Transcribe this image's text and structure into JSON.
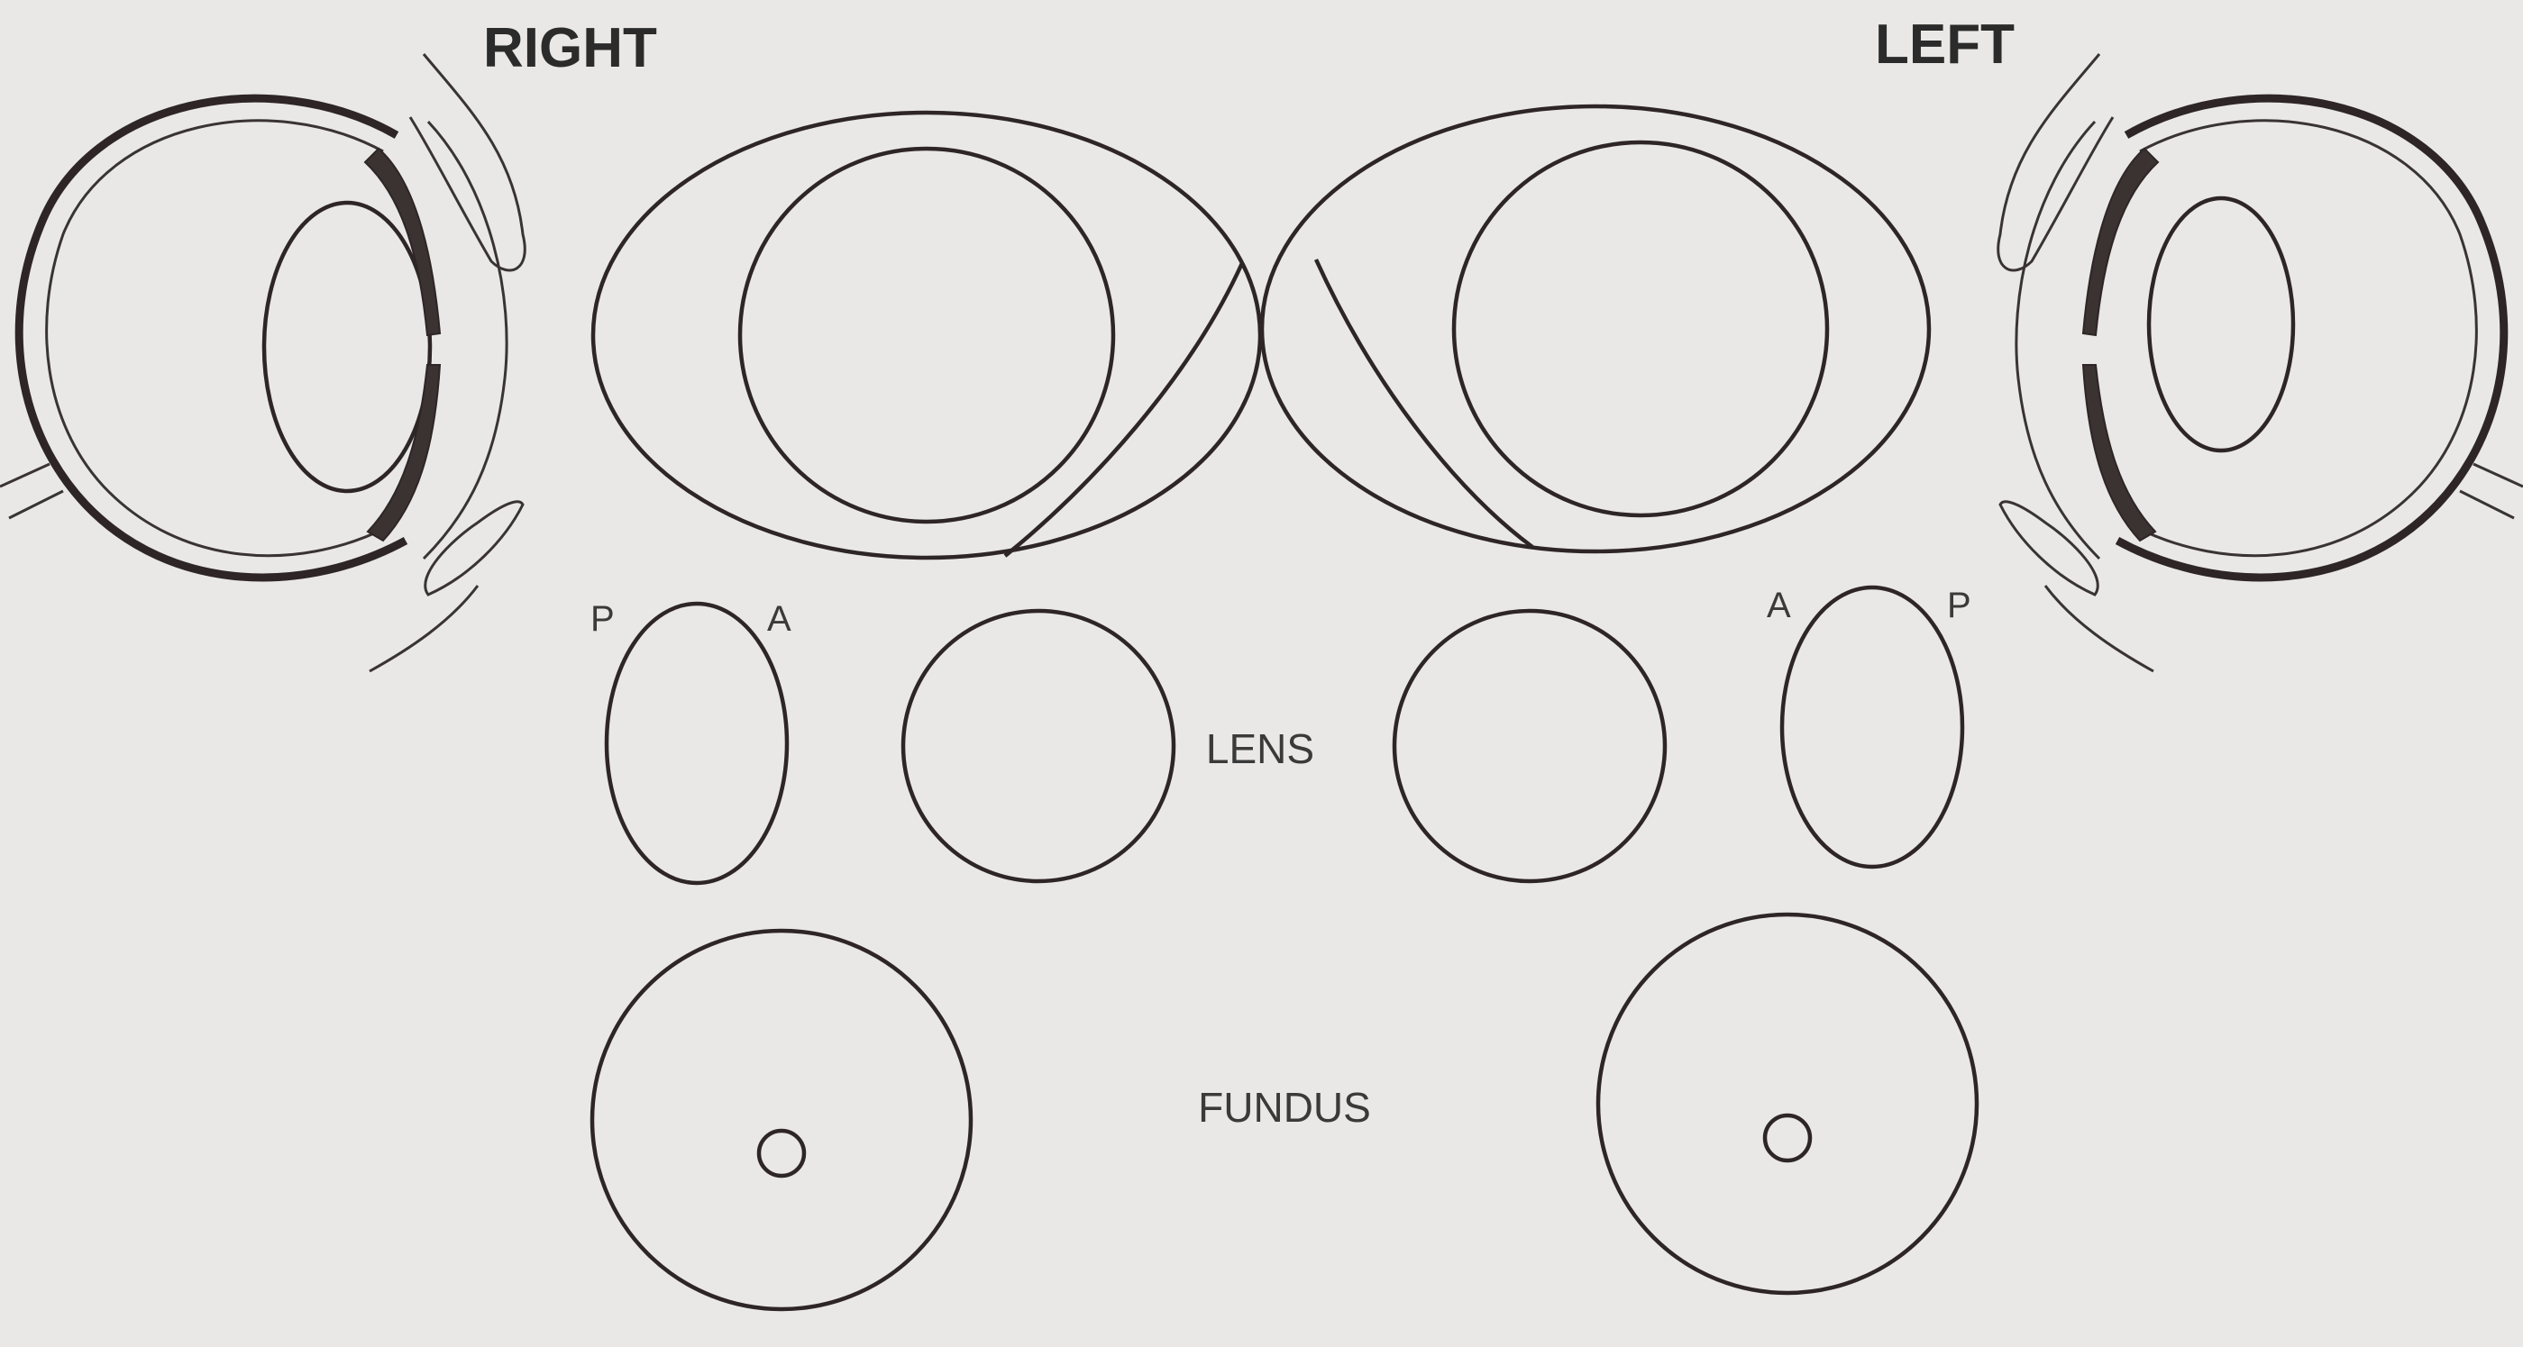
{
  "headings": {
    "right": "RIGHT",
    "left": "LEFT"
  },
  "lens_markers": {
    "right_posterior": "P",
    "right_anterior": "A",
    "left_anterior": "A",
    "left_posterior": "P"
  },
  "section_labels": {
    "lens": "LENS",
    "fundus": "FUNDUS"
  },
  "palette": {
    "ink": "#2e2626",
    "paper": "#e9e8e6"
  }
}
